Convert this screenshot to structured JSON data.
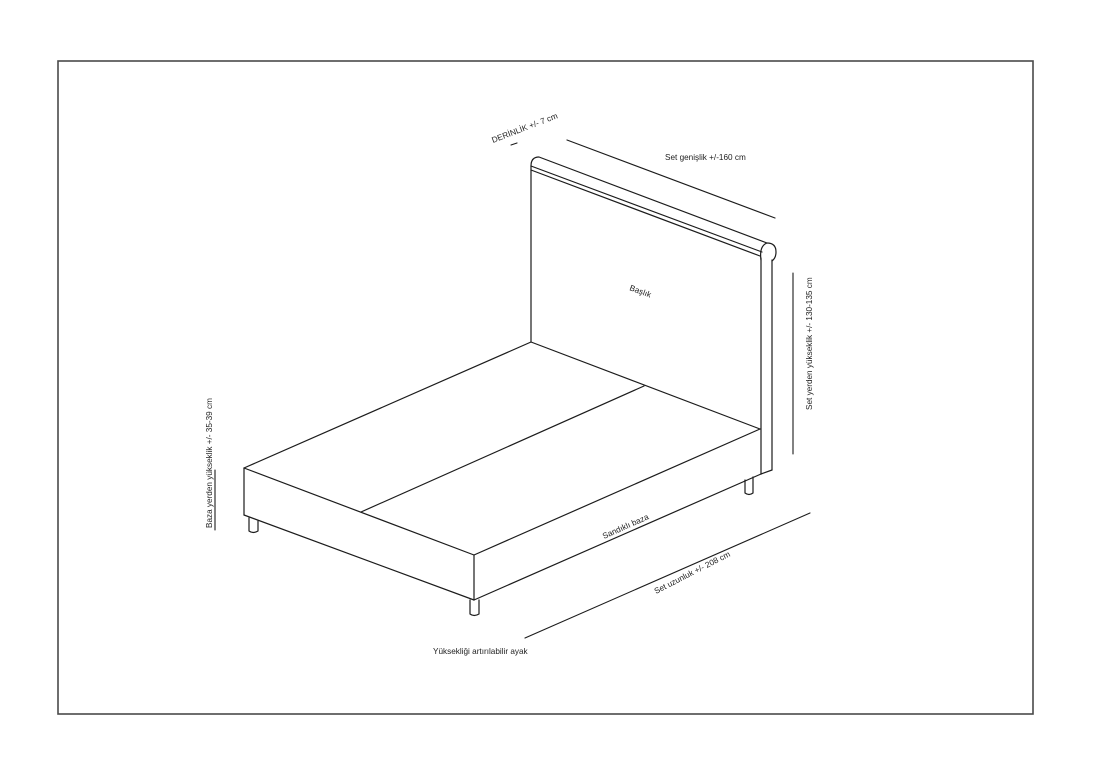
{
  "diagram": {
    "subject": "bed-set-technical-drawing",
    "colors": {
      "background": "#ffffff",
      "line": "#1c1c1c",
      "frame": "#4a4a4a",
      "text": "#222222"
    },
    "labels": {
      "depth": "DERİNLİK +/- 7 cm",
      "width": "Set genişlik +/-160 cm",
      "headboard": "Başlık",
      "total_height": "Set yerden yükseklik +/- 130-135 cm",
      "base_height": "Baza yerden yükseklik +/- 35-39 cm",
      "base": "Sandıklı baza",
      "length": "Set uzunluk +/- 208 cm",
      "legs": "Yüksekliği artırılabilir ayak"
    },
    "dimensions": {
      "depth_cm": "+/- 7",
      "width_cm": "+/- 160",
      "total_height_cm": "+/- 130-135",
      "base_height_cm": "+/- 35-39",
      "length_cm": "+/- 208"
    }
  }
}
